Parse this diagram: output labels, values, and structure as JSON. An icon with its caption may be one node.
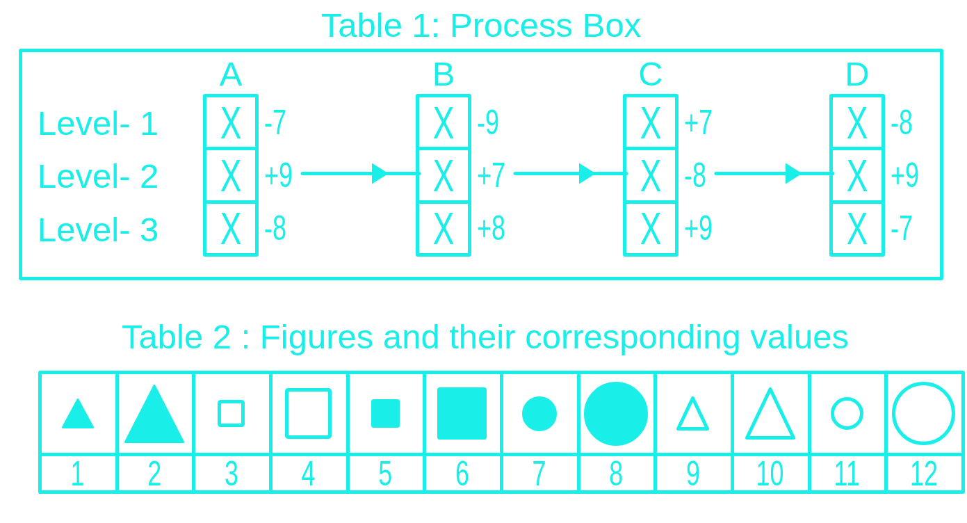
{
  "diagram": {
    "nodes": [
      {
        "text": [
          "Table 1: Process Box"
        ]
      },
      {
        "text": [
          "A"
        ],
        "in": 0
      },
      {
        "text": [
          "X"
        ],
        "in": 1,
        "beside": [
          "-7"
        ]
      },
      {
        "text": [
          "X"
        ],
        "in": 1,
        "beside": [
          "+9"
        ]
      },
      {
        "text": [
          "X"
        ],
        "in": 1,
        "beside": [
          "-8"
        ]
      },
      {
        "text": [
          "B"
        ],
        "in": 0
      },
      {
        "text": [
          "X"
        ],
        "in": 5,
        "beside": [
          "-9"
        ]
      },
      {
        "text": [
          "X"
        ],
        "in": 5,
        "beside": [
          "+7"
        ]
      },
      {
        "text": [
          "X"
        ],
        "in": 5,
        "beside": [
          "+8"
        ]
      },
      {
        "text": [
          "C"
        ],
        "in": 0
      },
      {
        "text": [
          "X"
        ],
        "in": 9,
        "beside": [
          "+7"
        ]
      },
      {
        "text": [
          "X"
        ],
        "in": 9,
        "beside": [
          "-8"
        ]
      },
      {
        "text": [
          "X"
        ],
        "in": 9,
        "beside": [
          "+9"
        ]
      },
      {
        "text": [
          "D"
        ],
        "in": 0
      },
      {
        "text": [
          "X"
        ],
        "in": 13,
        "beside": [
          "-8"
        ]
      },
      {
        "text": [
          "X"
        ],
        "in": 13,
        "beside": [
          "+9"
        ]
      },
      {
        "text": [
          "X"
        ],
        "in": 13,
        "beside": [
          "-7"
        ]
      }
    ],
    "edges": [
      {
        "from": 3,
        "to": 7,
        "arrow": "to"
      },
      {
        "from": 7,
        "to": 11,
        "arrow": "to"
      },
      {
        "from": 11,
        "to": 15,
        "arrow": "to"
      }
    ],
    "labels": [
      "Level- 1",
      "Level- 2",
      "Level- 3",
      "Table 2 : Figures and their corresponding values",
      "1",
      "2",
      "3",
      "4",
      "5",
      "6",
      "7",
      "8",
      "9",
      "10",
      "11",
      "12"
    ]
  }
}
